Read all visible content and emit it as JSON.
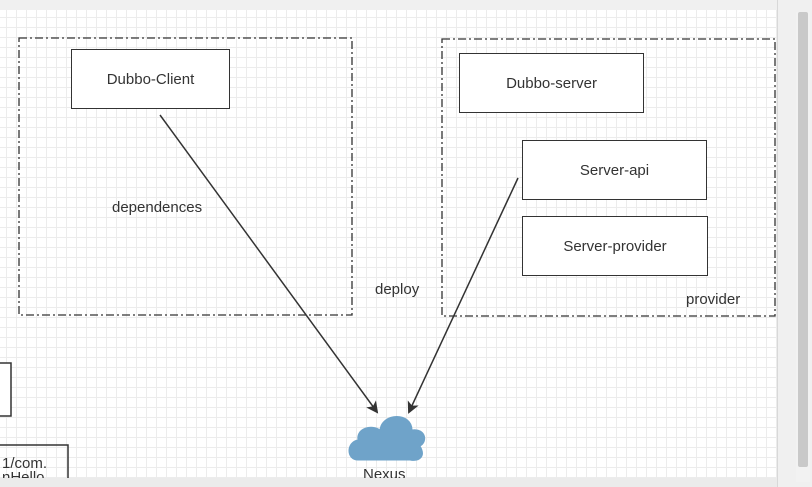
{
  "nodes": {
    "dubbo_client": "Dubbo-Client",
    "dubbo_server": "Dubbo-server",
    "server_api": "Server-api",
    "server_provider": "Server-provider"
  },
  "labels": {
    "dependences": "dependences",
    "deploy": "deploy",
    "provider": "provider",
    "nexus": "Nexus"
  },
  "partial_node": {
    "line1": "1/com.",
    "line2": "nHello"
  },
  "colors": {
    "stroke": "#333333",
    "cloud": "#6fa3c9",
    "grid": "#ececec"
  },
  "icons": {
    "nexus": "cloud-icon"
  }
}
